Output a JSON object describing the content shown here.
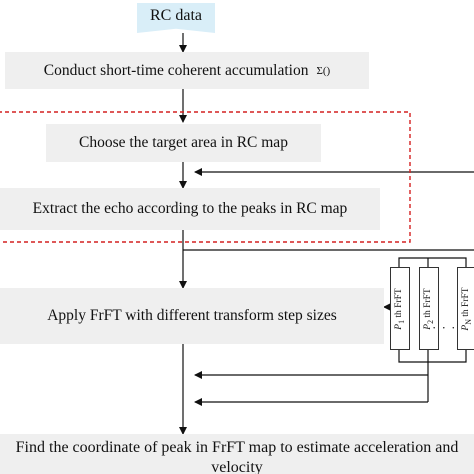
{
  "start": {
    "label": "RC data"
  },
  "steps": [
    {
      "label": "Conduct short-time coherent accumulation",
      "symbol": "Σ()"
    },
    {
      "label": "Choose the target area in RC map"
    },
    {
      "label": "Extract the echo according to the peaks in RC map"
    },
    {
      "label": "Apply FrFT  with different transform step sizes"
    },
    {
      "label": "Find the coordinate of  peak in FrFT map to estimate acceleration and velocity"
    }
  ],
  "frft_boxes": [
    {
      "symbol": "P",
      "subscript": "1",
      "label": " th FrFT"
    },
    {
      "symbol": "P",
      "subscript": "2",
      "label": " th FrFT"
    },
    {
      "symbol": "P",
      "subscript": "N",
      "label": " th FrFT"
    }
  ],
  "frft_ellipsis": "· · ·",
  "colors": {
    "start_fill": "#d9eef8",
    "box_fill": "#efefef",
    "dashed_border": "#d42020",
    "line": "#111111"
  }
}
